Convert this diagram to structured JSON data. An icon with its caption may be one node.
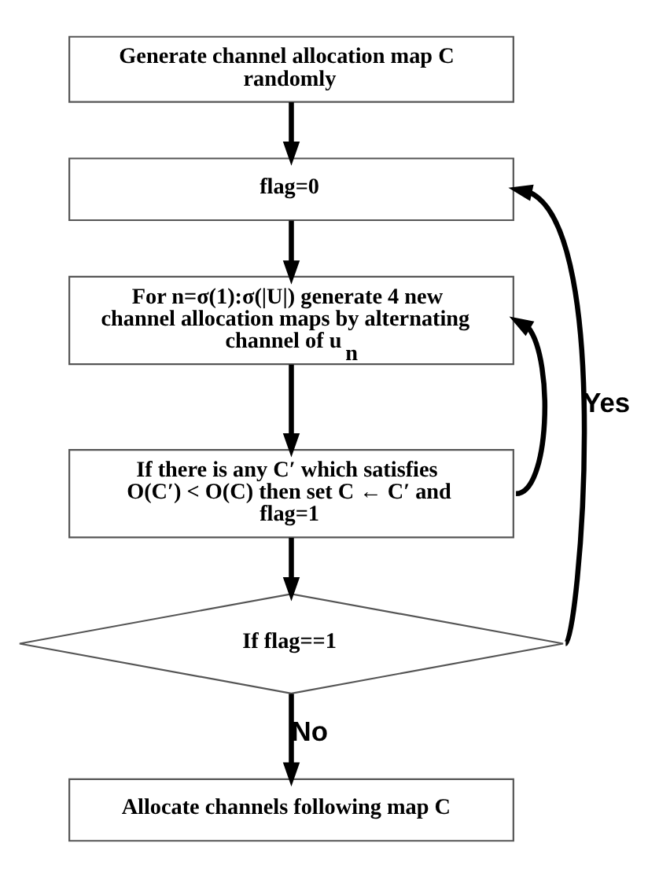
{
  "diagram": {
    "nodes": [
      {
        "text": [
          "Generate channel allocation map C randomly"
        ]
      },
      {
        "text": [
          "flag=0"
        ]
      },
      {
        "text": [
          "For n=σ(1):σ(|U|) generate 4 new channel allocation maps by alternating channel of u$_{n}$"
        ]
      },
      {
        "text": [
          "If there is any C′ which satisfies O(C′) < O(C) then set C ← C′ and flag=1"
        ]
      },
      {
        "text": [
          "If flag==1"
        ]
      },
      {
        "text": [
          "Allocate channels following map C"
        ]
      }
    ],
    "edges": [
      {
        "from": 0,
        "to": 1,
        "arrow": "to"
      },
      {
        "from": 1,
        "to": 2,
        "arrow": "to"
      },
      {
        "from": 2,
        "to": 3,
        "arrow": "to"
      },
      {
        "from": 3,
        "to": 4,
        "arrow": "to"
      },
      {
        "from": 3,
        "to": 2,
        "arrow": "to"
      },
      {
        "from": 4,
        "to": 1,
        "arrow": "to",
        "label": "Yes"
      },
      {
        "from": 4,
        "to": 5,
        "arrow": "to",
        "label": "No"
      }
    ]
  }
}
